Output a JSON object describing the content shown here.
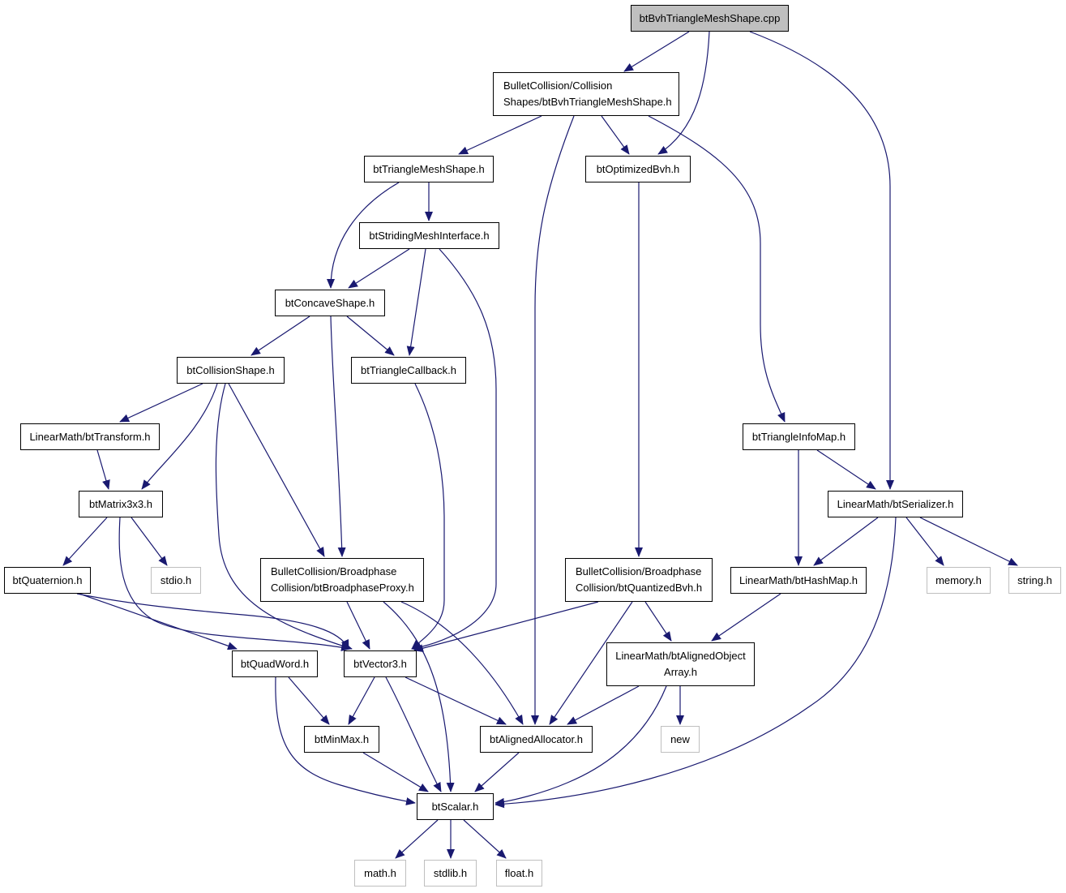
{
  "colors": {
    "edge": "#191970",
    "root_fill": "#bfbfbf",
    "external_border": "#bfbfbf"
  },
  "nodes": {
    "root": {
      "lines": [
        "btBvhTriangleMeshShape.cpp"
      ]
    },
    "bvhmesh": {
      "lines": [
        "BulletCollision/Collision",
        "Shapes/btBvhTriangleMeshShape.h"
      ]
    },
    "trimesh": {
      "lines": [
        "btTriangleMeshShape.h"
      ]
    },
    "optbvh": {
      "lines": [
        "btOptimizedBvh.h"
      ]
    },
    "striding": {
      "lines": [
        "btStridingMeshInterface.h"
      ]
    },
    "concave": {
      "lines": [
        "btConcaveShape.h"
      ]
    },
    "collshape": {
      "lines": [
        "btCollisionShape.h"
      ]
    },
    "tricb": {
      "lines": [
        "btTriangleCallback.h"
      ]
    },
    "transform": {
      "lines": [
        "LinearMath/btTransform.h"
      ]
    },
    "matrix": {
      "lines": [
        "btMatrix3x3.h"
      ]
    },
    "triinfo": {
      "lines": [
        "btTriangleInfoMap.h"
      ]
    },
    "serializer": {
      "lines": [
        "LinearMath/btSerializer.h"
      ]
    },
    "quat": {
      "lines": [
        "btQuaternion.h"
      ]
    },
    "stdio": {
      "lines": [
        "stdio.h"
      ]
    },
    "bproxy": {
      "lines": [
        "BulletCollision/Broadphase",
        "Collision/btBroadphaseProxy.h"
      ]
    },
    "qbvh": {
      "lines": [
        "BulletCollision/Broadphase",
        "Collision/btQuantizedBvh.h"
      ]
    },
    "hashmap": {
      "lines": [
        "LinearMath/btHashMap.h"
      ]
    },
    "memory": {
      "lines": [
        "memory.h"
      ]
    },
    "string": {
      "lines": [
        "string.h"
      ]
    },
    "quadword": {
      "lines": [
        "btQuadWord.h"
      ]
    },
    "vector3": {
      "lines": [
        "btVector3.h"
      ]
    },
    "alignedarr": {
      "lines": [
        "LinearMath/btAlignedObject",
        "Array.h"
      ]
    },
    "minmax": {
      "lines": [
        "btMinMax.h"
      ]
    },
    "alignedalloc": {
      "lines": [
        "btAlignedAllocator.h"
      ]
    },
    "new": {
      "lines": [
        "new"
      ]
    },
    "scalar": {
      "lines": [
        "btScalar.h"
      ]
    },
    "math": {
      "lines": [
        "math.h"
      ]
    },
    "stdlib": {
      "lines": [
        "stdlib.h"
      ]
    },
    "float": {
      "lines": [
        "float.h"
      ]
    }
  }
}
